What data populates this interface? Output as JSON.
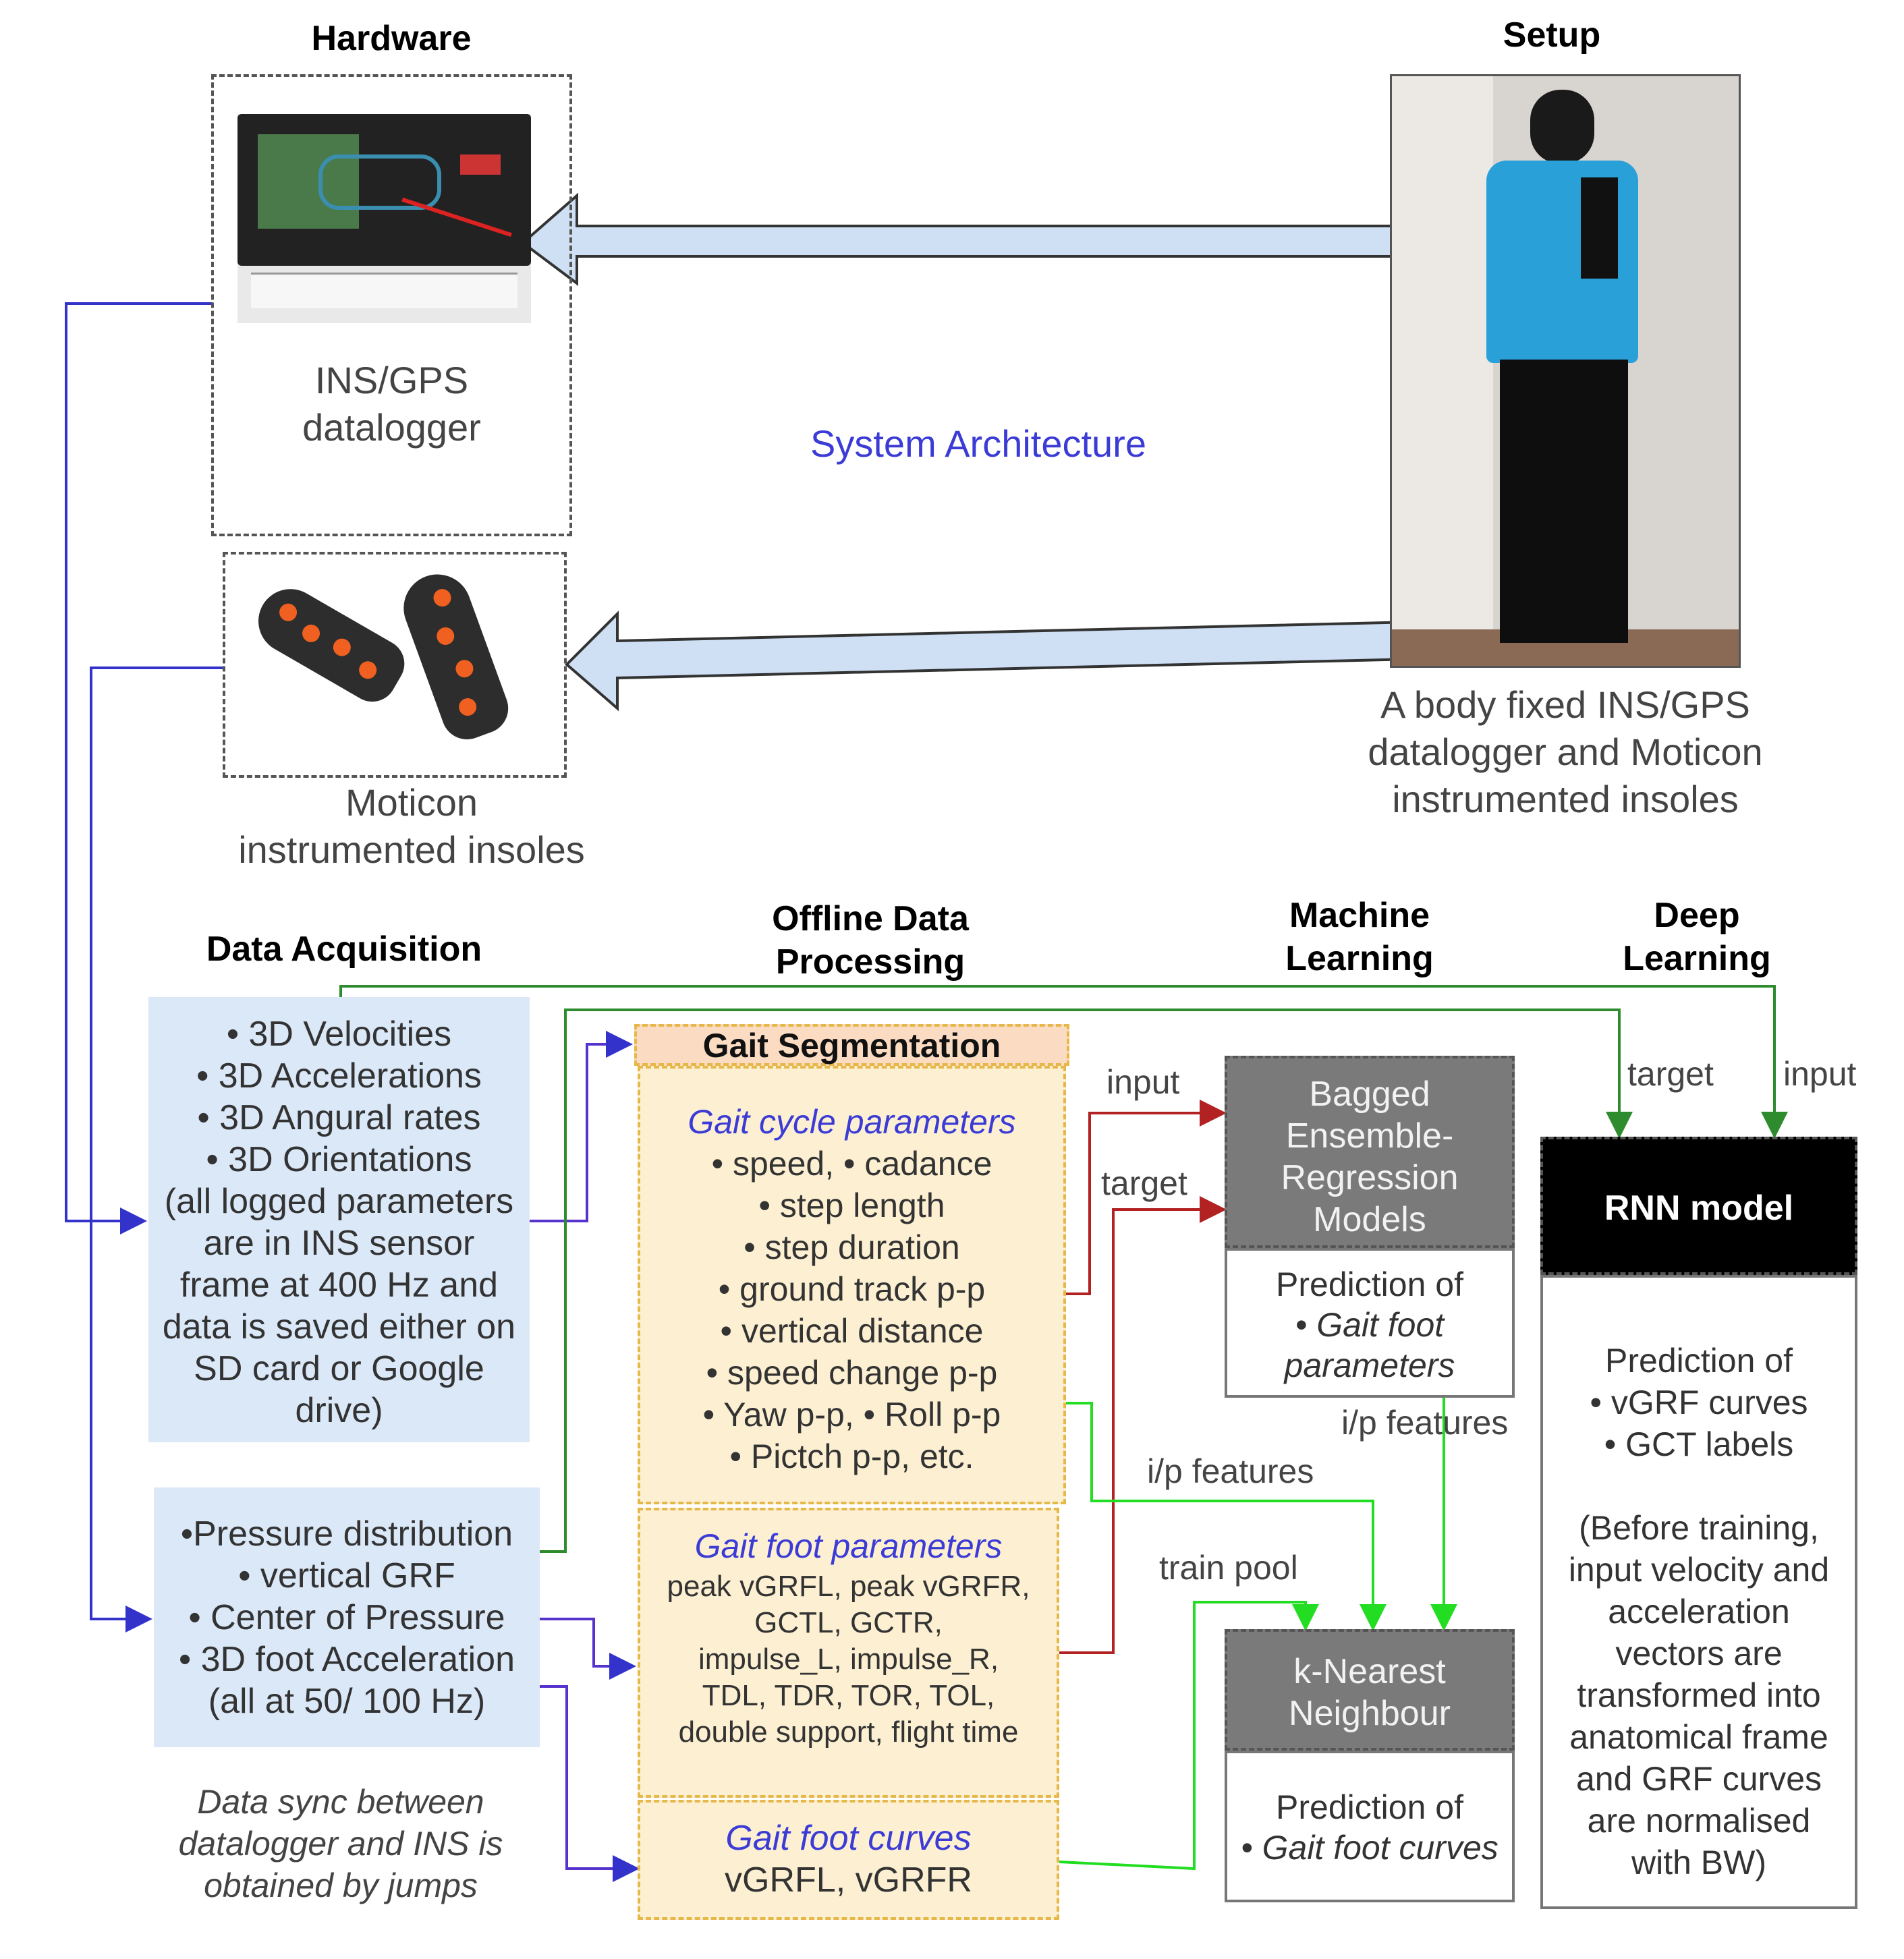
{
  "top": {
    "hardware_title": "Hardware",
    "setup_title": "Setup",
    "center_title": "System Architecture",
    "datalogger_caption": [
      "INS/GPS",
      "datalogger"
    ],
    "insoles_caption": [
      "Moticon",
      "instrumented insoles"
    ],
    "setup_caption": [
      "A body fixed INS/GPS",
      "datalogger and Moticon",
      "instrumented insoles"
    ]
  },
  "sections": {
    "data_acquisition": "Data Acquisition",
    "offline": [
      "Offline Data",
      "Processing"
    ],
    "ml": [
      "Machine",
      "Learning"
    ],
    "dl": [
      "Deep",
      "Learning"
    ]
  },
  "acq_ins": [
    "• 3D Velocities",
    "• 3D Accelerations",
    "• 3D Angural rates",
    "• 3D Orientations",
    "(all logged parameters",
    "are in INS sensor",
    "frame at 400 Hz and",
    "data is saved either on",
    "SD card or Google",
    "drive)"
  ],
  "acq_insole": [
    "•Pressure distribution",
    "• vertical GRF",
    "• Center of Pressure",
    "• 3D foot Acceleration",
    "(all at 50/ 100 Hz)"
  ],
  "sync_note": [
    "Data sync between",
    "datalogger and INS is",
    "obtained by jumps"
  ],
  "gait": {
    "title": "Gait Segmentation",
    "cycle_title": "Gait cycle parameters",
    "cycle_items": [
      "• speed,  • cadance",
      "• step length",
      "• step duration",
      "• ground track p-p",
      "• vertical distance",
      "• speed change p-p",
      "• Yaw p-p, • Roll p-p",
      "• Pictch p-p, etc."
    ],
    "foot_title": "Gait foot parameters",
    "foot_items": [
      "peak vGRFL, peak vGRFR,",
      "GCTL, GCTR,",
      "impulse_L, impulse_R,",
      "TDL, TDR, TOR, TOL,",
      "double support, flight time"
    ],
    "curves_title": "Gait foot curves",
    "curves_items": "vGRFL, vGRFR"
  },
  "bagged": {
    "title": [
      "Bagged",
      "Ensemble-",
      "Regression",
      "Models"
    ],
    "pred_label": "Prediction of",
    "pred_items": [
      "• Gait foot",
      "parameters"
    ]
  },
  "knn": {
    "title": [
      "k-Nearest",
      "Neighbour"
    ],
    "pred_label": "Prediction of",
    "pred_item": "• Gait foot curves"
  },
  "rnn": {
    "title": "RNN model",
    "body": [
      "Prediction of",
      "• vGRF curves",
      "• GCT labels",
      "",
      "(Before training,",
      "input velocity and",
      "acceleration",
      "vectors are",
      "transformed into",
      "anatomical frame",
      "and GRF curves",
      "are normalised",
      "with BW)"
    ]
  },
  "edge_labels": {
    "input_ml": "input",
    "target_ml": "target",
    "target_dl": "target",
    "input_dl": "input",
    "ip_features_1": "i/p features",
    "ip_features_2": "i/p features",
    "train_pool": "train pool"
  },
  "colors": {
    "blue_wire": "#3333cc",
    "green_wire": "#2e8b2e",
    "lime_wire": "#22dd22",
    "red_wire": "#b22222",
    "arrow_fill": "#cfe0f5"
  }
}
